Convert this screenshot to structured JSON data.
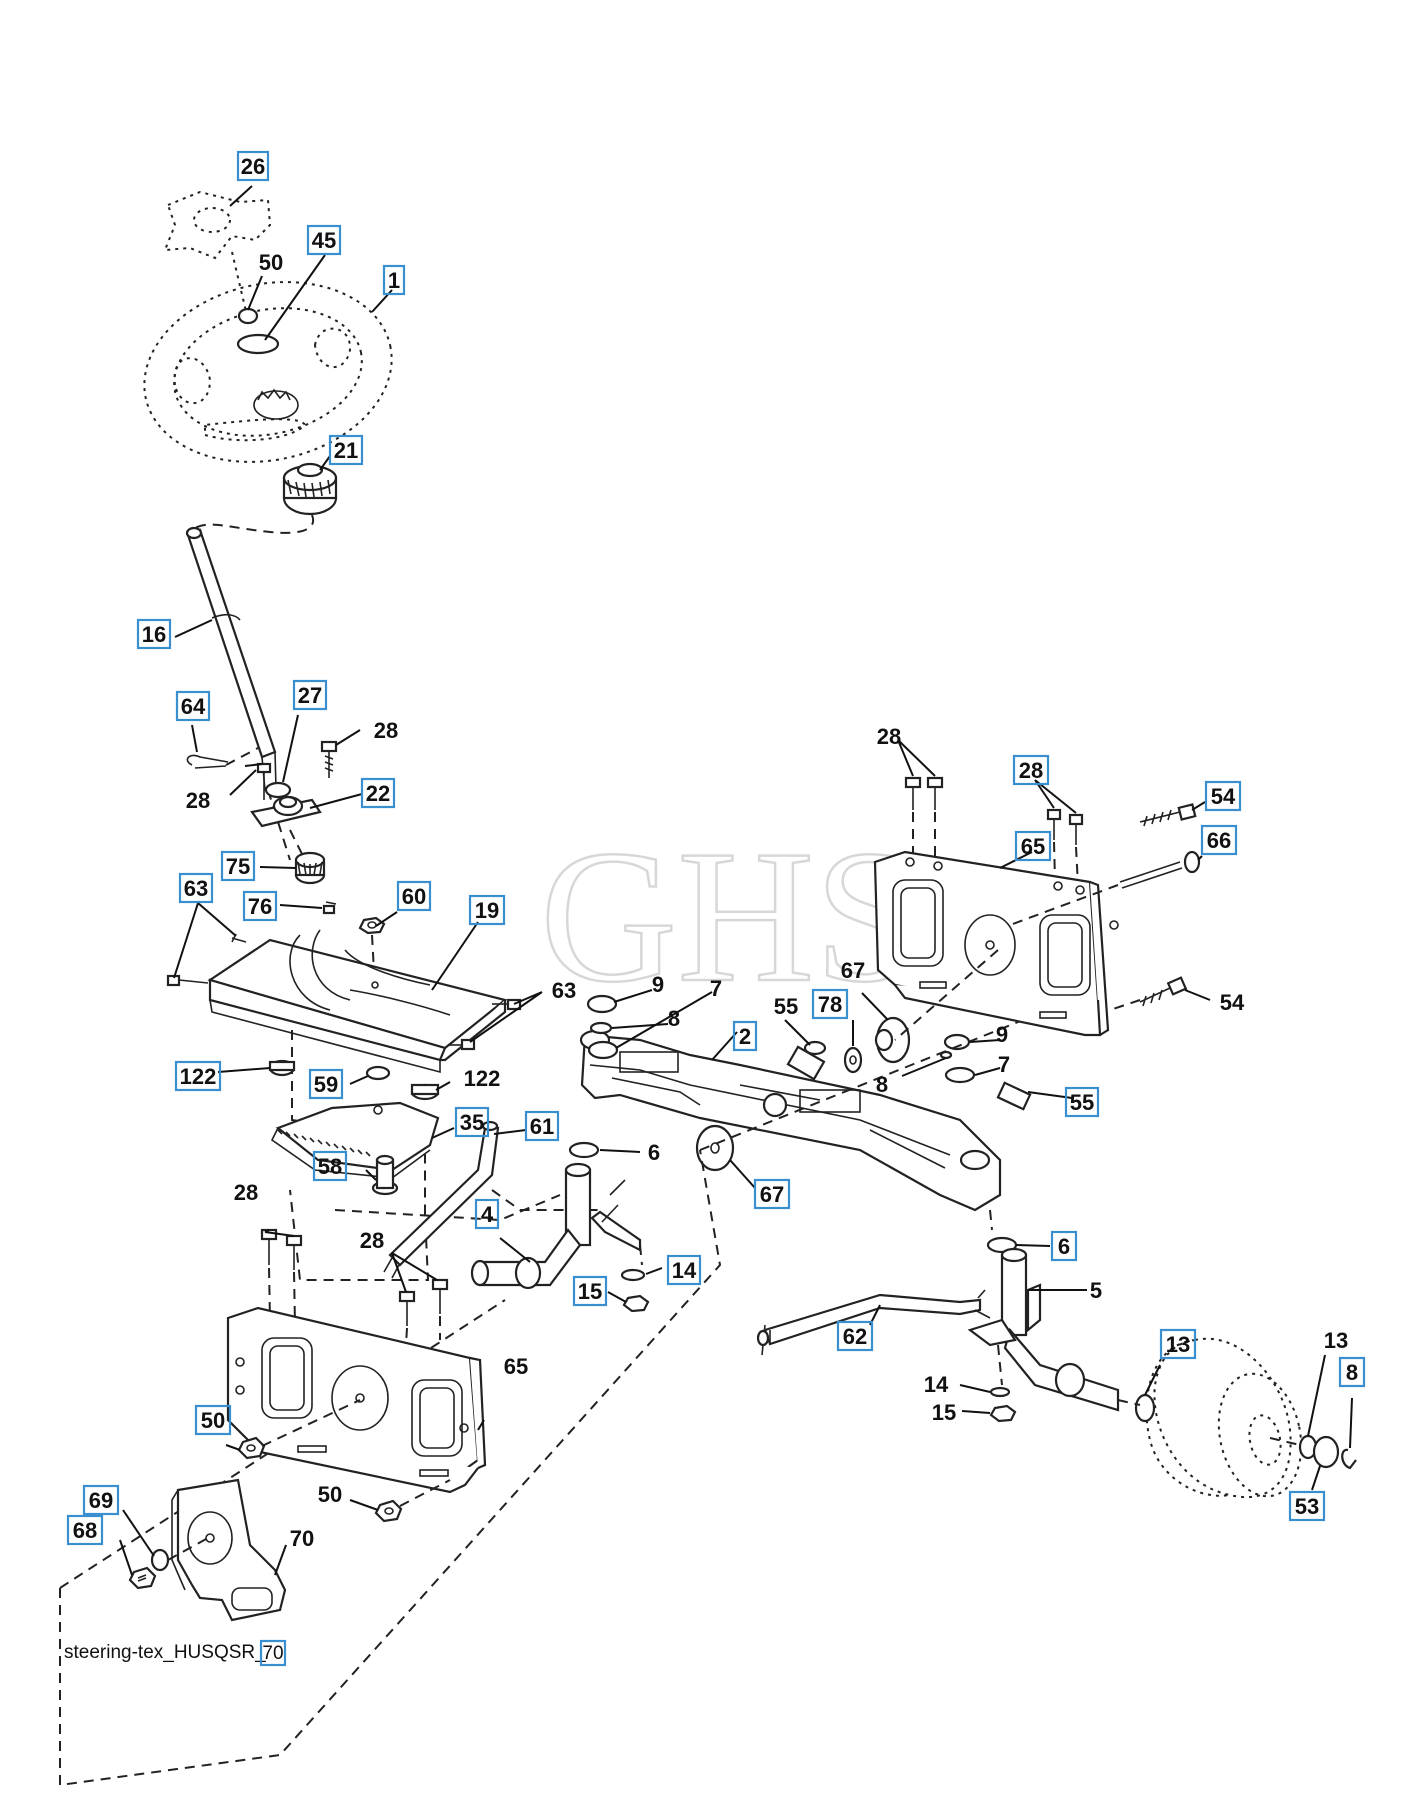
{
  "watermark": "GHS",
  "caption": {
    "text": "steering-tex_HUSQSR_",
    "number": "70"
  },
  "callouts": [
    {
      "id": "c26",
      "text": "26",
      "boxed": true
    },
    {
      "id": "c45",
      "text": "45",
      "boxed": true
    },
    {
      "id": "c50a",
      "text": "50",
      "boxed": false
    },
    {
      "id": "c1",
      "text": "1",
      "boxed": true
    },
    {
      "id": "c21",
      "text": "21",
      "boxed": true
    },
    {
      "id": "c16",
      "text": "16",
      "boxed": true
    },
    {
      "id": "c64",
      "text": "64",
      "boxed": true
    },
    {
      "id": "c27",
      "text": "27",
      "boxed": true
    },
    {
      "id": "c28a",
      "text": "28",
      "boxed": false
    },
    {
      "id": "c28b",
      "text": "28",
      "boxed": false
    },
    {
      "id": "c22",
      "text": "22",
      "boxed": true
    },
    {
      "id": "c75",
      "text": "75",
      "boxed": true
    },
    {
      "id": "c63a",
      "text": "63",
      "boxed": true
    },
    {
      "id": "c76",
      "text": "76",
      "boxed": true
    },
    {
      "id": "c60",
      "text": "60",
      "boxed": true
    },
    {
      "id": "c19",
      "text": "19",
      "boxed": true
    },
    {
      "id": "c63b",
      "text": "63",
      "boxed": false
    },
    {
      "id": "c122a",
      "text": "122",
      "boxed": true
    },
    {
      "id": "c59",
      "text": "59",
      "boxed": true
    },
    {
      "id": "c122b",
      "text": "122",
      "boxed": false
    },
    {
      "id": "c35",
      "text": "35",
      "boxed": true
    },
    {
      "id": "c58",
      "text": "58",
      "boxed": true
    },
    {
      "id": "c61",
      "text": "61",
      "boxed": true
    },
    {
      "id": "c28c",
      "text": "28",
      "boxed": false
    },
    {
      "id": "c9a",
      "text": "9",
      "boxed": false
    },
    {
      "id": "c8a",
      "text": "8",
      "boxed": false
    },
    {
      "id": "c7a",
      "text": "7",
      "boxed": false
    },
    {
      "id": "c55a",
      "text": "55",
      "boxed": false
    },
    {
      "id": "c2",
      "text": "2",
      "boxed": true
    },
    {
      "id": "c78",
      "text": "78",
      "boxed": true
    },
    {
      "id": "c67a",
      "text": "67",
      "boxed": false
    },
    {
      "id": "c9b",
      "text": "9",
      "boxed": false
    },
    {
      "id": "c8b",
      "text": "8",
      "boxed": false
    },
    {
      "id": "c7b",
      "text": "7",
      "boxed": false
    },
    {
      "id": "c55b",
      "text": "55",
      "boxed": true
    },
    {
      "id": "c6a",
      "text": "6",
      "boxed": false
    },
    {
      "id": "c67b",
      "text": "67",
      "boxed": true
    },
    {
      "id": "c4",
      "text": "4",
      "boxed": true
    },
    {
      "id": "c14a",
      "text": "14",
      "boxed": true
    },
    {
      "id": "c15a",
      "text": "15",
      "boxed": true
    },
    {
      "id": "c28d",
      "text": "28",
      "boxed": false
    },
    {
      "id": "c62",
      "text": "62",
      "boxed": true
    },
    {
      "id": "c6b",
      "text": "6",
      "boxed": true
    },
    {
      "id": "c5",
      "text": "5",
      "boxed": false
    },
    {
      "id": "c13a",
      "text": "13",
      "boxed": true
    },
    {
      "id": "c13b",
      "text": "13",
      "boxed": false
    },
    {
      "id": "c8c",
      "text": "8",
      "boxed": true
    },
    {
      "id": "c14b",
      "text": "14",
      "boxed": false
    },
    {
      "id": "c15b",
      "text": "15",
      "boxed": false
    },
    {
      "id": "c53",
      "text": "53",
      "boxed": true
    },
    {
      "id": "c65a",
      "text": "65",
      "boxed": false
    },
    {
      "id": "c50b",
      "text": "50",
      "boxed": true
    },
    {
      "id": "c50c",
      "text": "50",
      "boxed": false
    },
    {
      "id": "c69",
      "text": "69",
      "boxed": true
    },
    {
      "id": "c68",
      "text": "68",
      "boxed": true
    },
    {
      "id": "c70",
      "text": "70",
      "boxed": false
    },
    {
      "id": "c28e",
      "text": "28",
      "boxed": false
    },
    {
      "id": "c28f",
      "text": "28",
      "boxed": true
    },
    {
      "id": "c54a",
      "text": "54",
      "boxed": true
    },
    {
      "id": "c65b",
      "text": "65",
      "boxed": true
    },
    {
      "id": "c66",
      "text": "66",
      "boxed": true
    },
    {
      "id": "c54b",
      "text": "54",
      "boxed": false
    }
  ]
}
